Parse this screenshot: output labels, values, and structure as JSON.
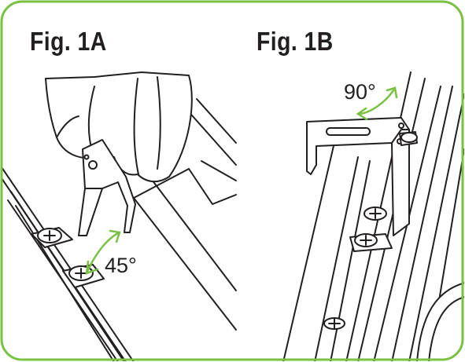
{
  "figures": {
    "a": {
      "label": "Fig. 1A",
      "angle_label": "45°"
    },
    "b": {
      "label": "Fig. 1B",
      "angle_label": "90°"
    }
  },
  "colors": {
    "frame": "#79c143",
    "arrow": "#79c143",
    "line": "#231f20",
    "background": "#ffffff"
  }
}
